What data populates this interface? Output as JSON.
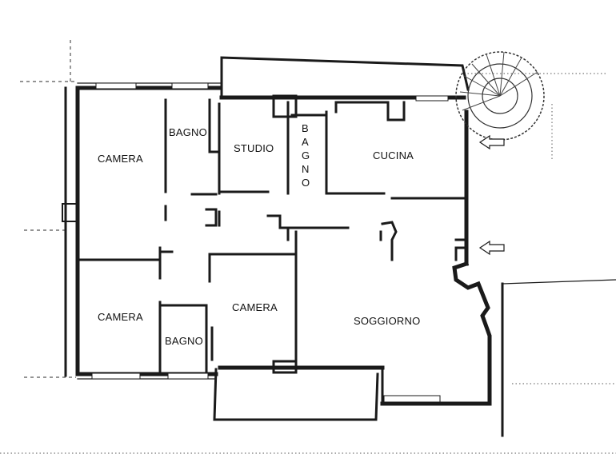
{
  "rooms": [
    {
      "id": "camera-top-left",
      "label": "CAMERA"
    },
    {
      "id": "bagno-top",
      "label": "BAGNO"
    },
    {
      "id": "studio",
      "label": "STUDIO"
    },
    {
      "id": "bagno-vertical",
      "label": "BAGNO"
    },
    {
      "id": "cucina",
      "label": "CUCINA"
    },
    {
      "id": "camera-bottom-left",
      "label": "CAMERA"
    },
    {
      "id": "bagno-bottom",
      "label": "BAGNO"
    },
    {
      "id": "camera-center",
      "label": "CAMERA"
    },
    {
      "id": "soggiorno",
      "label": "SOGGIORNO"
    }
  ],
  "vertical_label_letters": [
    "B",
    "A",
    "G",
    "N",
    "O"
  ],
  "colors": {
    "ink": "#1a1a1a",
    "paper": "#ffffff"
  }
}
